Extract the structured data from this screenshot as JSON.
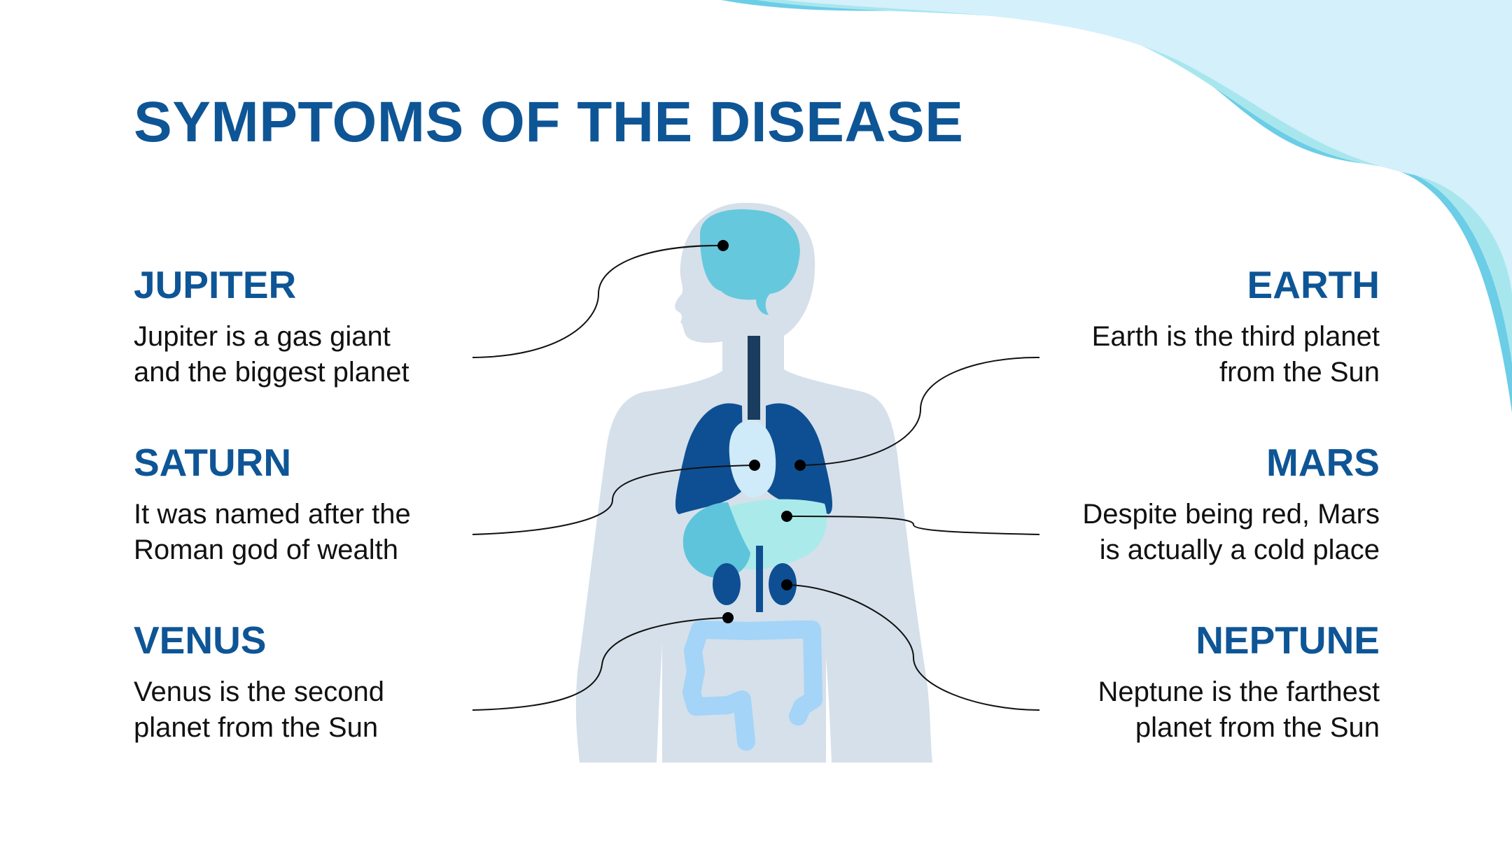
{
  "title": "SYMPTOMS OF THE DISEASE",
  "colors": {
    "title": "#0e5596",
    "body_text": "#111111",
    "silhouette": "#d5e0ea",
    "brain": "#66c8dc",
    "lungs": "#0e4f93",
    "heart": "#cfeaf8",
    "liver": "#aaeaea",
    "stomach": "#5ec4dc",
    "kidneys": "#0e4f93",
    "intestine": "#a4d4f7",
    "wave_light": "#d4f0fb",
    "wave_mid": "#a8e6ee",
    "wave_dark": "#6ccde6"
  },
  "items": [
    {
      "id": "jupiter",
      "heading": "JUPITER",
      "text": "Jupiter is a gas giant\nand the biggest planet",
      "side": "left",
      "organ": "brain"
    },
    {
      "id": "saturn",
      "heading": "SATURN",
      "text": "It was named after the\nRoman god of wealth",
      "side": "left",
      "organ": "heart"
    },
    {
      "id": "venus",
      "heading": "VENUS",
      "text": "Venus is the second\nplanet from the Sun",
      "side": "left",
      "organ": "intestine"
    },
    {
      "id": "earth",
      "heading": "EARTH",
      "text": "Earth is the third planet\nfrom the Sun",
      "side": "right",
      "organ": "lungs"
    },
    {
      "id": "mars",
      "heading": "MARS",
      "text": "Despite being red, Mars\nis actually a cold place",
      "side": "right",
      "organ": "liver"
    },
    {
      "id": "neptune",
      "heading": "NEPTUNE",
      "text": "Neptune is the farthest\nplanet from the Sun",
      "side": "right",
      "organ": "kidneys"
    }
  ]
}
